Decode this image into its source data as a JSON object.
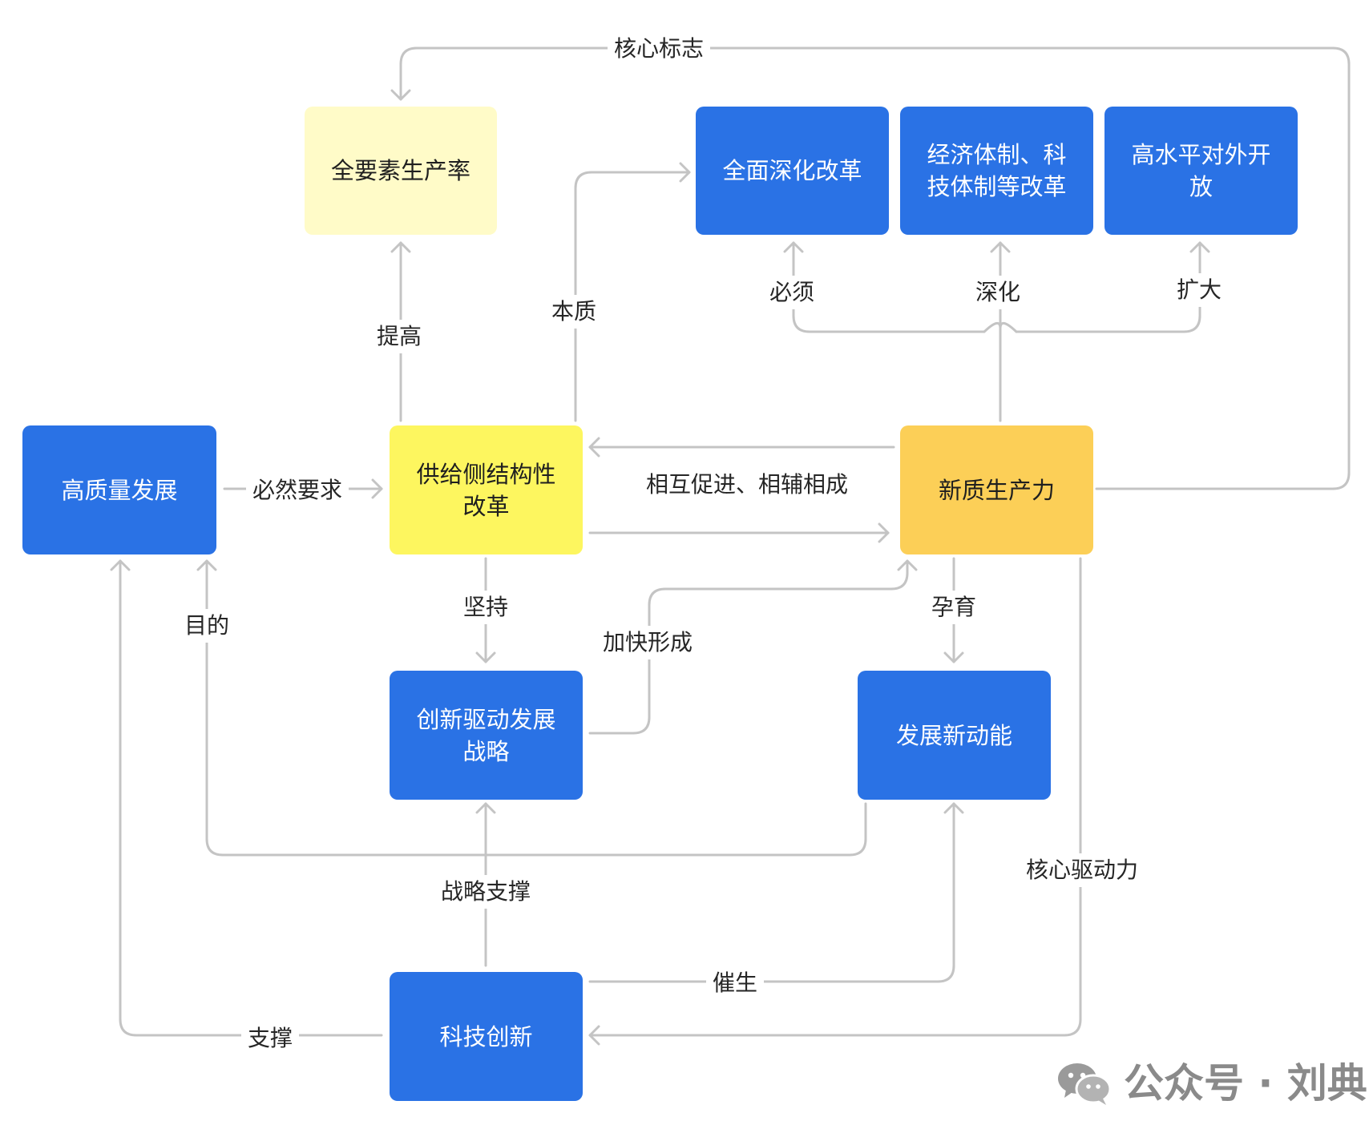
{
  "nodes": {
    "high_quality_dev": "高质量发展",
    "supply_side_reform": "供给侧结构性改革",
    "tfp": "全要素生产率",
    "new_productivity": "新质生产力",
    "deepen_reform": "全面深化改革",
    "econ_sci_reform": "经济体制、科技体制等改革",
    "open_up": "高水平对外开放",
    "innovation_strategy": "创新驱动发展战略",
    "new_momentum": "发展新动能",
    "sci_tech_innovation": "科技创新"
  },
  "edges": {
    "core_mark": "核心标志",
    "improve": "提高",
    "essence": "本质",
    "must": "必须",
    "deepen": "深化",
    "expand": "扩大",
    "inevitable_requirement": "必然要求",
    "mutual_promotion": "相互促进、相辅相成",
    "purpose": "目的",
    "adhere": "坚持",
    "accelerate_formation": "加快形成",
    "cultivate": "孕育",
    "core_driving_force": "核心驱动力",
    "strategic_support": "战略支撑",
    "catalyze": "催生",
    "support": "支撑"
  },
  "watermark": {
    "text": "公众号 · 刘典"
  },
  "colors": {
    "blue": "#2a72e5",
    "yellow": "#fdf65f",
    "pale_yellow": "#fffbc8",
    "orange": "#fccf57",
    "line": "#c4c4c4"
  }
}
